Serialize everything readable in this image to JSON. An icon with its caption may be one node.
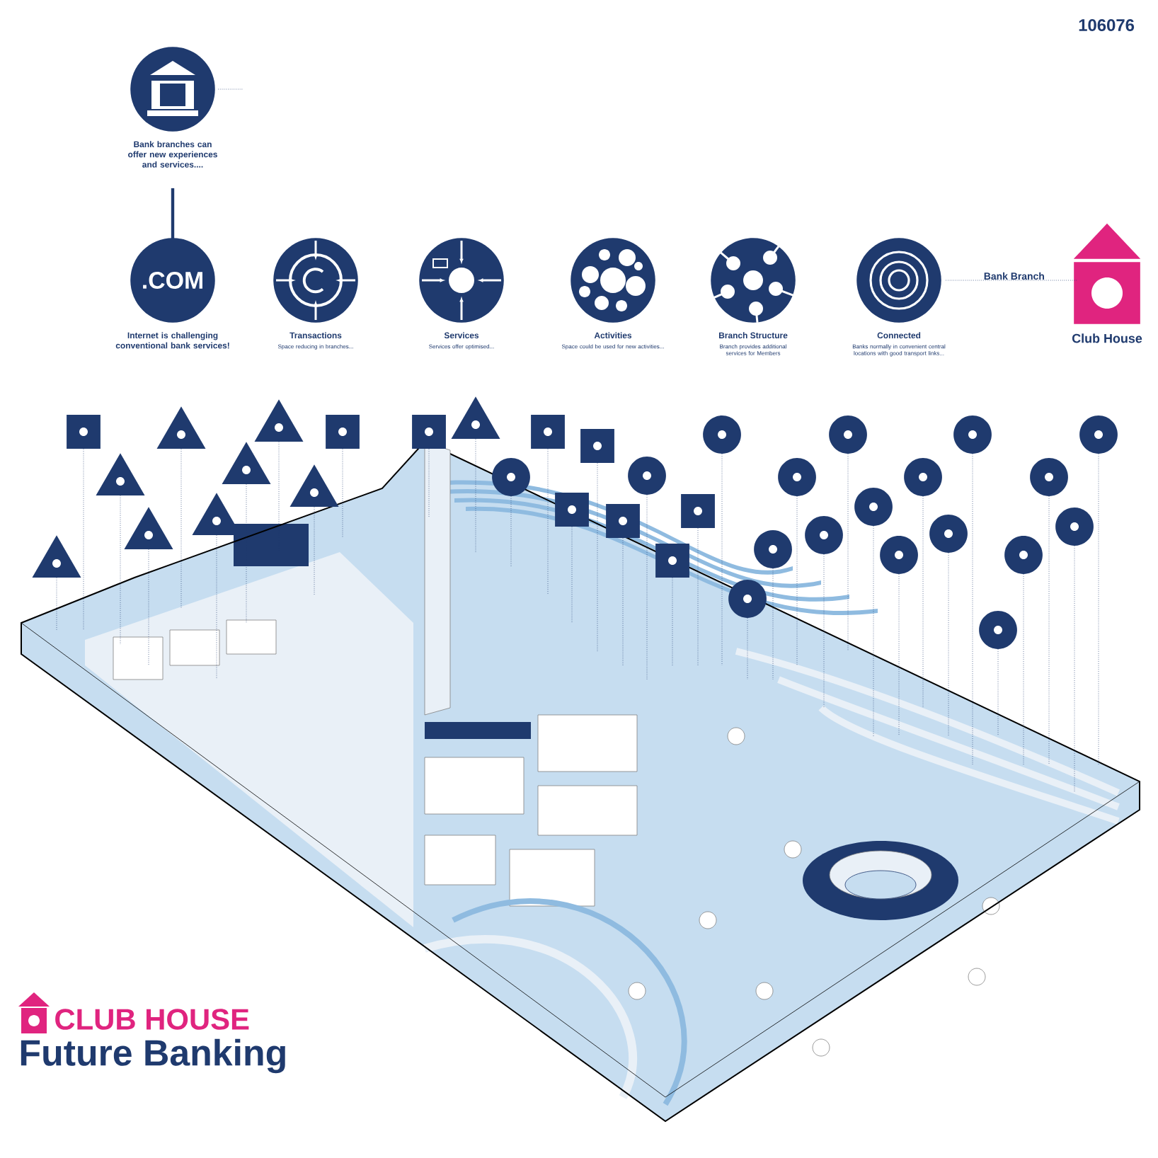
{
  "diagram": {
    "nodes": [
      {
        "text": [
          "Bank branches can offer new experiences and services...."
        ]
      },
      {
        "text": [
          ".COM",
          "Internet is challenging conventional bank services!"
        ]
      },
      {
        "text": [
          "Transactions",
          "Space reducing in branches..."
        ]
      },
      {
        "text": [
          "Services",
          "Services offer optimised..."
        ]
      },
      {
        "text": [
          "Activities",
          "Space could be used for new activities..."
        ]
      },
      {
        "text": [
          "Branch Structure",
          "Branch provides additional services for Members"
        ]
      },
      {
        "text": [
          "Connected",
          "Banks normally in convenient central locations with good transport links..."
        ]
      },
      {
        "text": [
          "Club House"
        ]
      },
      {
        "text": [],
        "shape": "triangle"
      },
      {
        "text": [],
        "shape": "box"
      },
      {
        "text": [],
        "shape": "triangle"
      },
      {
        "text": [],
        "shape": "triangle"
      },
      {
        "text": [],
        "shape": "triangle"
      },
      {
        "text": [],
        "shape": "triangle"
      },
      {
        "text": [],
        "shape": "triangle"
      },
      {
        "text": [],
        "shape": "triangle"
      },
      {
        "text": [],
        "shape": "triangle"
      },
      {
        "text": [],
        "shape": "box"
      },
      {
        "text": [],
        "shape": "box"
      },
      {
        "text": [],
        "shape": "triangle"
      },
      {
        "text": [],
        "shape": "circle"
      },
      {
        "text": [],
        "shape": "box"
      },
      {
        "text": [],
        "shape": "box"
      },
      {
        "text": [],
        "shape": "box"
      },
      {
        "text": [],
        "shape": "circle"
      },
      {
        "text": [],
        "shape": "box"
      },
      {
        "text": [],
        "shape": "box"
      },
      {
        "text": [],
        "shape": "box"
      },
      {
        "text": [],
        "shape": "circle"
      },
      {
        "text": [],
        "shape": "circle"
      },
      {
        "text": [],
        "shape": "circle"
      },
      {
        "text": [],
        "shape": "circle"
      },
      {
        "text": [],
        "shape": "circle"
      },
      {
        "text": [],
        "shape": "circle"
      },
      {
        "text": [],
        "shape": "circle"
      },
      {
        "text": [],
        "shape": "circle"
      },
      {
        "text": [],
        "shape": "circle"
      },
      {
        "text": [],
        "shape": "circle"
      },
      {
        "text": [],
        "shape": "circle"
      },
      {
        "text": [],
        "shape": "circle"
      },
      {
        "text": [],
        "shape": "circle"
      },
      {
        "text": [],
        "shape": "circle"
      },
      {
        "text": [],
        "shape": "circle"
      },
      {
        "text": [],
        "shape": "circle"
      }
    ],
    "edges": [
      {
        "from": 0,
        "to": 1,
        "arrow": "none",
        "style": "thick"
      },
      {
        "from": 6,
        "to": 7,
        "arrow": "none",
        "style": "dashed",
        "label": "Bank Branch"
      },
      {
        "from": 8,
        "to": null,
        "arrow": "none",
        "style": "dashed"
      },
      {
        "from": 9,
        "to": null,
        "arrow": "none",
        "style": "dashed"
      },
      {
        "from": 10,
        "to": null,
        "arrow": "none",
        "style": "dashed"
      },
      {
        "from": 11,
        "to": null,
        "arrow": "none",
        "style": "dashed"
      },
      {
        "from": 12,
        "to": null,
        "arrow": "none",
        "style": "dashed"
      },
      {
        "from": 13,
        "to": null,
        "arrow": "none",
        "style": "dashed"
      },
      {
        "from": 14,
        "to": null,
        "arrow": "none",
        "style": "dashed"
      },
      {
        "from": 15,
        "to": null,
        "arrow": "none",
        "style": "dashed"
      },
      {
        "from": 16,
        "to": null,
        "arrow": "none",
        "style": "dashed"
      },
      {
        "from": 17,
        "to": null,
        "arrow": "none",
        "style": "dashed"
      },
      {
        "from": 18,
        "to": null,
        "arrow": "none",
        "style": "dashed"
      },
      {
        "from": 19,
        "to": null,
        "arrow": "none",
        "style": "dashed"
      },
      {
        "from": 20,
        "to": null,
        "arrow": "none",
        "style": "dashed"
      },
      {
        "from": 21,
        "to": null,
        "arrow": "none",
        "style": "dashed"
      },
      {
        "from": 22,
        "to": null,
        "arrow": "none",
        "style": "dashed"
      },
      {
        "from": 23,
        "to": null,
        "arrow": "none",
        "style": "dashed"
      },
      {
        "from": 24,
        "to": null,
        "arrow": "none",
        "style": "dashed"
      },
      {
        "from": 25,
        "to": null,
        "arrow": "none",
        "style": "dashed"
      },
      {
        "from": 26,
        "to": null,
        "arrow": "none",
        "style": "dashed"
      },
      {
        "from": 27,
        "to": null,
        "arrow": "none",
        "style": "dashed"
      },
      {
        "from": 28,
        "to": null,
        "arrow": "none",
        "style": "dashed"
      },
      {
        "from": 29,
        "to": null,
        "arrow": "none",
        "style": "dashed"
      },
      {
        "from": 30,
        "to": null,
        "arrow": "none",
        "style": "dashed"
      },
      {
        "from": 31,
        "to": null,
        "arrow": "none",
        "style": "dashed"
      },
      {
        "from": 32,
        "to": null,
        "arrow": "none",
        "style": "dashed"
      },
      {
        "from": 33,
        "to": null,
        "arrow": "none",
        "style": "dashed"
      },
      {
        "from": 34,
        "to": null,
        "arrow": "none",
        "style": "dashed"
      },
      {
        "from": 35,
        "to": null,
        "arrow": "none",
        "style": "dashed"
      },
      {
        "from": 36,
        "to": null,
        "arrow": "none",
        "style": "dashed"
      },
      {
        "from": 37,
        "to": null,
        "arrow": "none",
        "style": "dashed"
      },
      {
        "from": 38,
        "to": null,
        "arrow": "none",
        "style": "dashed"
      },
      {
        "from": 39,
        "to": null,
        "arrow": "none",
        "style": "dashed"
      },
      {
        "from": 40,
        "to": null,
        "arrow": "none",
        "style": "dashed"
      },
      {
        "from": 41,
        "to": null,
        "arrow": "none",
        "style": "dashed"
      },
      {
        "from": 42,
        "to": null,
        "arrow": "none",
        "style": "dashed"
      },
      {
        "from": 43,
        "to": null,
        "arrow": "none",
        "style": "dashed"
      }
    ],
    "labels": [
      "106076",
      "CLUB HOUSE",
      "Future Banking"
    ]
  }
}
